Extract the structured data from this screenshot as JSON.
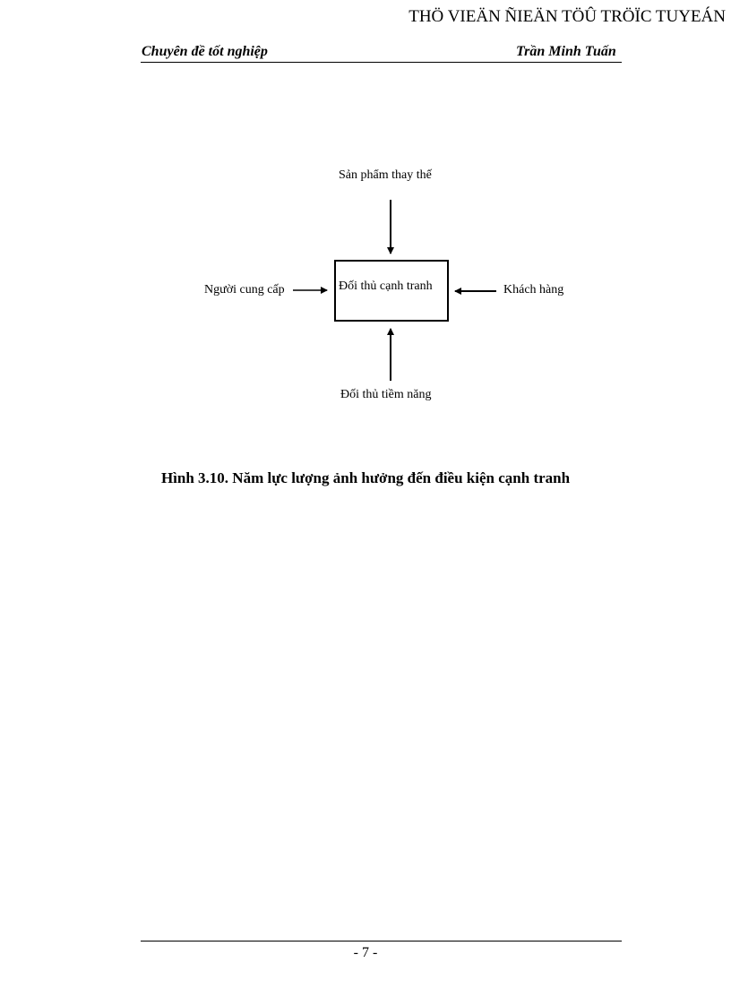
{
  "header": {
    "left": "Chuyên đề tốt nghiệp",
    "right": "Trần Minh Tuấn",
    "watermark": "THÖ VIEÄN ÑIEÄN TÖÛ TRÖÏC TUYEÁN"
  },
  "diagram": {
    "center": "Đối thủ cạnh tranh",
    "top": "Sản phẩm thay thế",
    "left": "Người cung cấp",
    "right": "Khách hàng",
    "bottom": "Đối thủ tiềm năng"
  },
  "caption": "Hình 3.10. Năm lực lượng ảnh hưởng đến điều kiện cạnh tranh",
  "footer": {
    "page_number": "- 7 -"
  }
}
